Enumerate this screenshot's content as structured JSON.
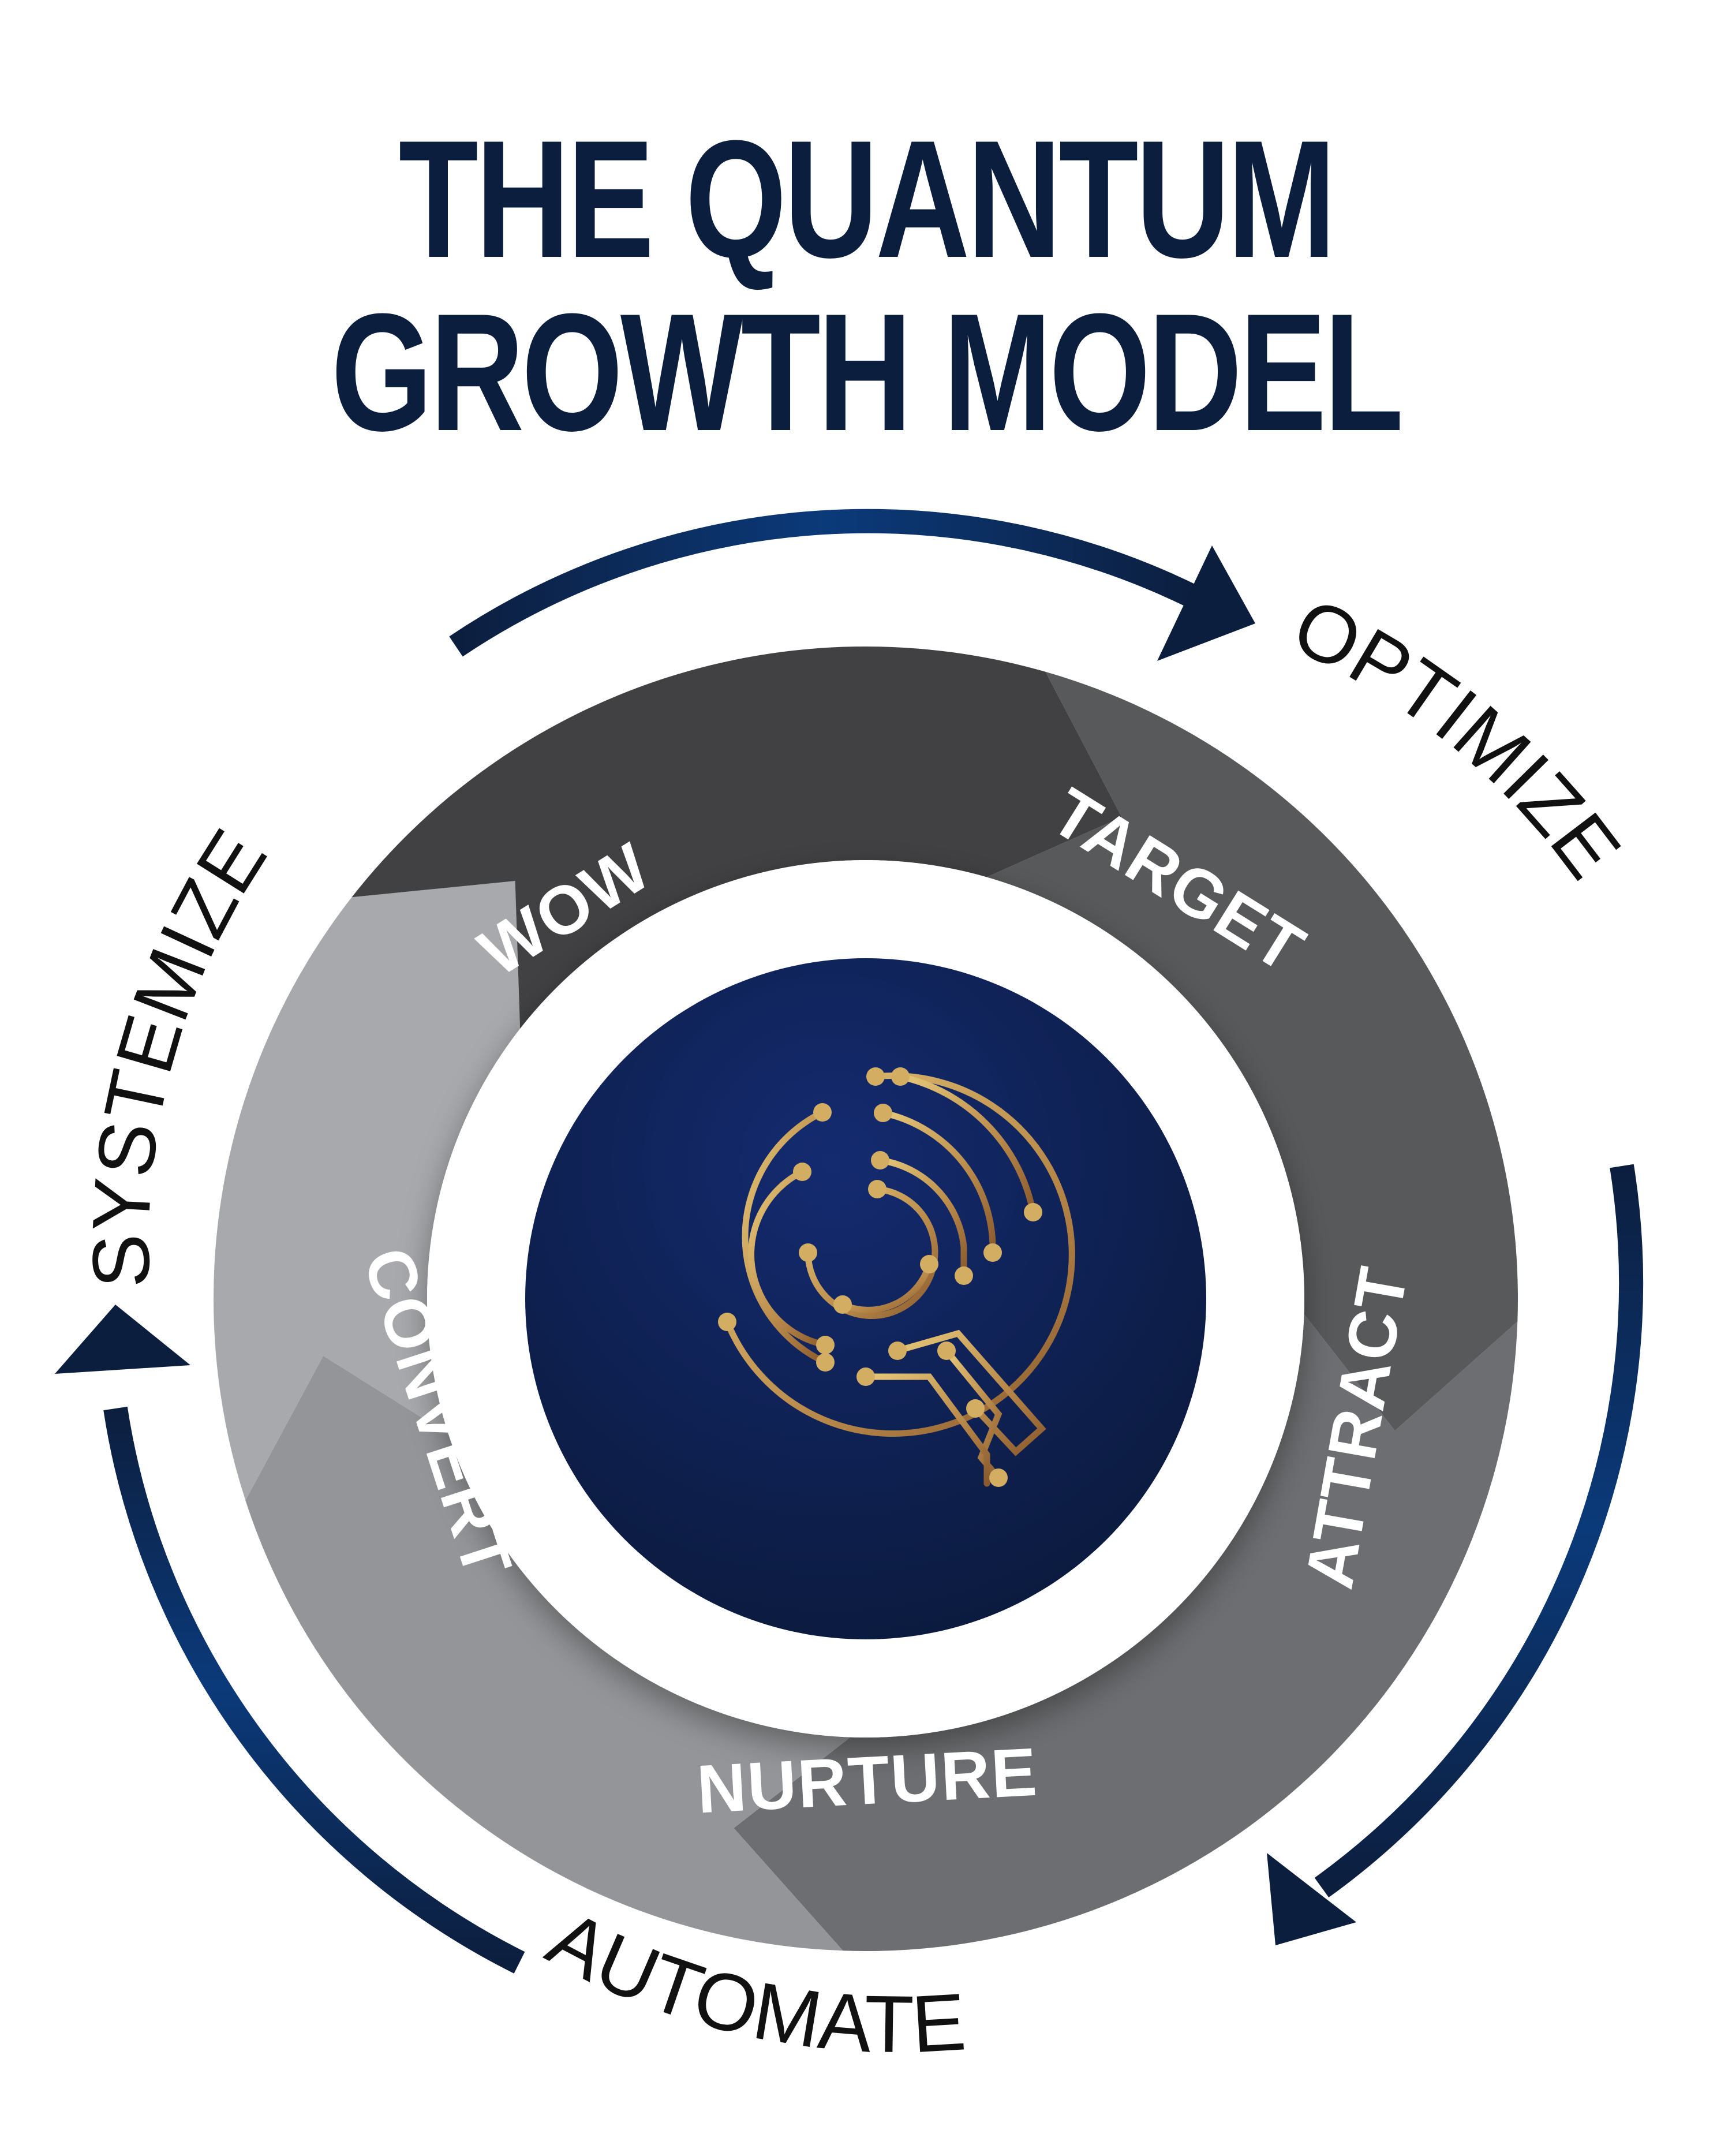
{
  "title": {
    "line1": "THE QUANTUM",
    "line2": "GROWTH MODEL"
  },
  "segments": [
    {
      "label": "TARGET",
      "color": "#58595b"
    },
    {
      "label": "ATTRACT",
      "color": "#6d6e71"
    },
    {
      "label": "NURTURE",
      "color": "#939598"
    },
    {
      "label": "CONVERT",
      "color": "#a7a9ac"
    },
    {
      "label": "WOW",
      "color": "#414042"
    }
  ],
  "outer_labels": {
    "optimize": "OPTIMIZE",
    "automate": "AUTOMATE",
    "systemize": "SYSTEMIZE"
  },
  "colors": {
    "navy": "#0c1e3e",
    "arrow_mid": "#0b3a7a",
    "center_bg": "#0e1d4a",
    "gold": "#c9a45c"
  },
  "center_icon": "quantum-q-circuit-icon"
}
